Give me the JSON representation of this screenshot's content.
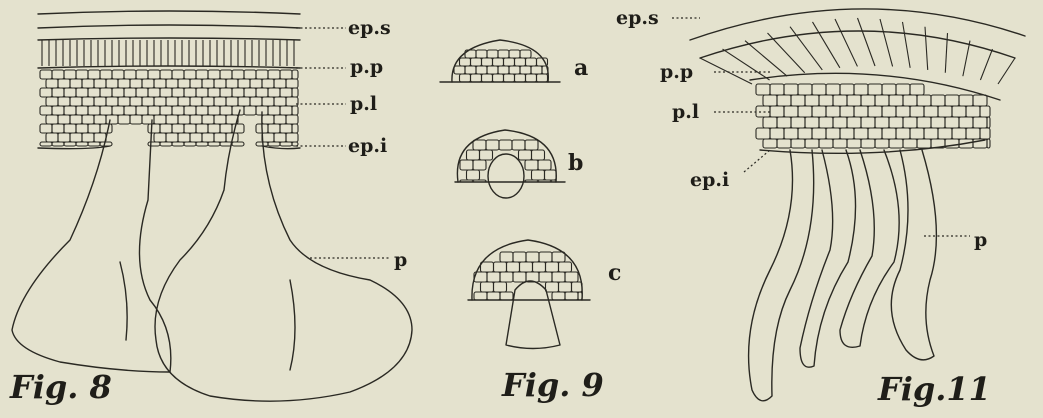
{
  "figures": [
    {
      "caption": "Fig. 8",
      "labels": [
        "ep.s",
        "p.p",
        "p.l",
        "ep.i",
        "p"
      ]
    },
    {
      "caption": "Fig. 9",
      "labels": [
        "a",
        "b",
        "c"
      ]
    },
    {
      "caption": "Fig.11",
      "labels": [
        "ep.s",
        "p.p",
        "p.l",
        "ep.i",
        "p"
      ]
    }
  ],
  "colors": {
    "paper": "#e4e2ce",
    "ink": "#2a2923"
  }
}
